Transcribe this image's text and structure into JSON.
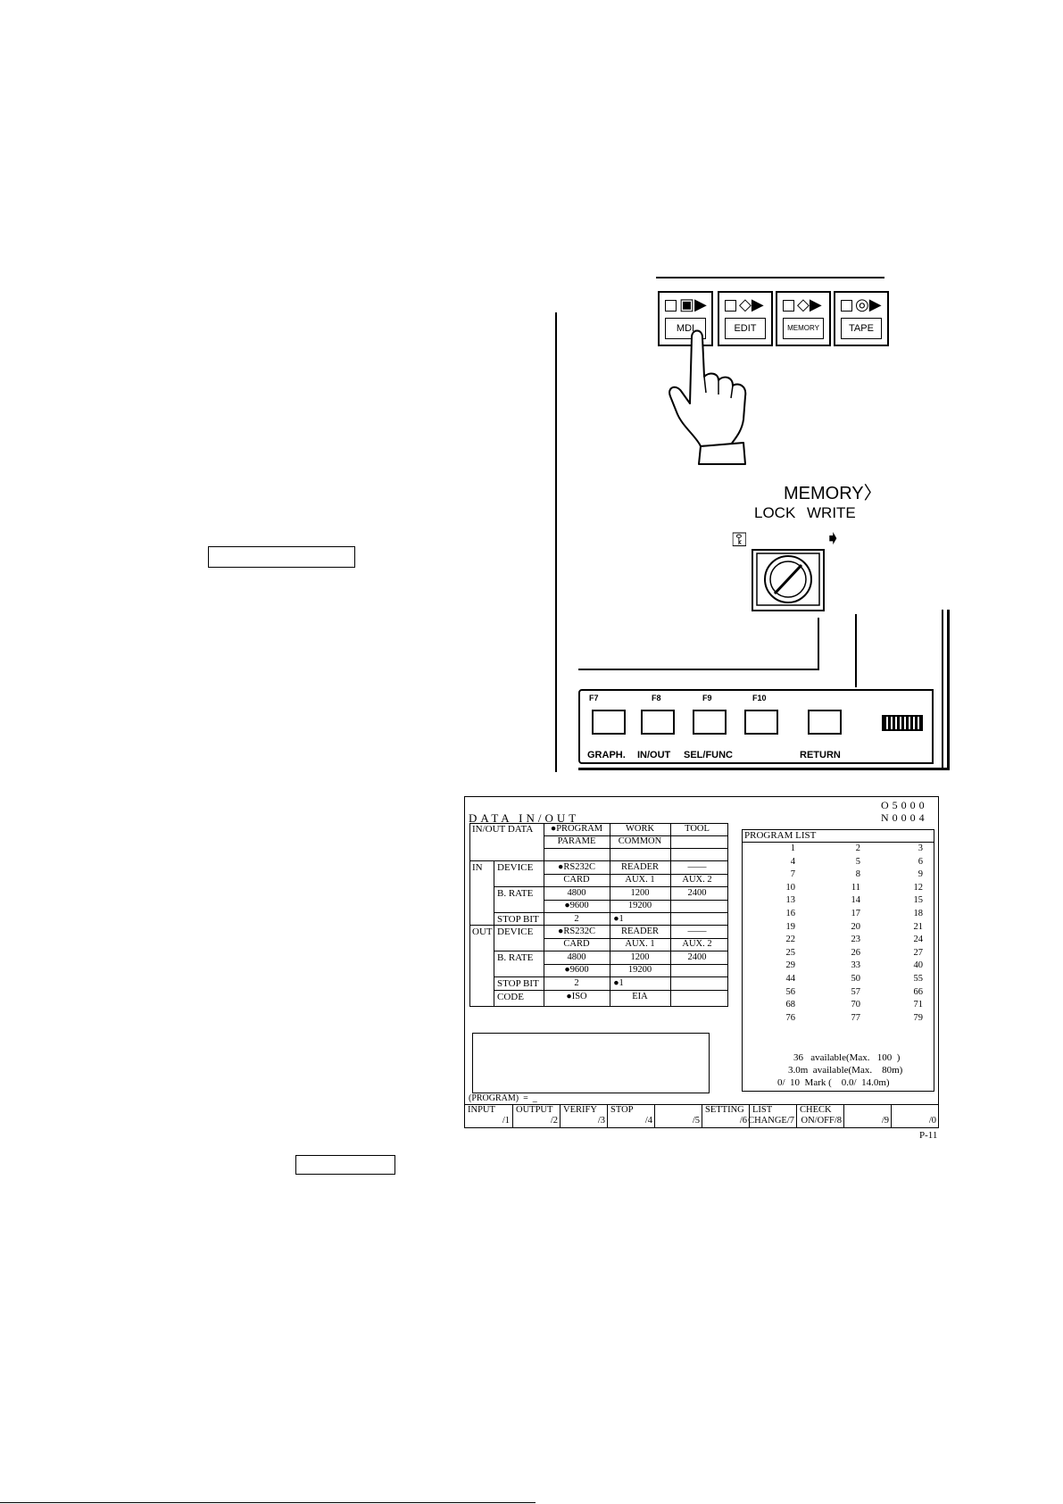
{
  "mode_buttons": [
    {
      "label": "MDI"
    },
    {
      "label": "EDIT"
    },
    {
      "label": "MEMORY"
    },
    {
      "label": "TAPE"
    }
  ],
  "memory_switch": {
    "title": "MEMORY",
    "lock": "LOCK",
    "write": "WRITE"
  },
  "fpanel": {
    "keys": [
      "F7",
      "F8",
      "F9",
      "F10"
    ],
    "labels": [
      "GRAPH.",
      "IN/OUT",
      "SEL/FUNC",
      "RETURN"
    ]
  },
  "screen": {
    "title": "DATA IN/OUT",
    "program_no": "O5000",
    "seq_no": "N0004",
    "inout_data_label": "IN/OUT DATA",
    "rows": {
      "r1": [
        "●PROGRAM",
        "WORK",
        "TOOL"
      ],
      "r2": [
        "PARAME",
        "COMMON",
        ""
      ],
      "in_label": "IN",
      "out_label": "OUT",
      "device": "DEVICE",
      "brate": "B. RATE",
      "stopbit": "STOP BIT",
      "code": "CODE",
      "in_dev1": [
        "●RS232C",
        "READER",
        "——"
      ],
      "in_dev2": [
        "CARD",
        "AUX. 1",
        "AUX. 2"
      ],
      "in_rate1": [
        "4800",
        "1200",
        "2400"
      ],
      "in_rate2": [
        "●9600",
        "19200",
        ""
      ],
      "in_stop": [
        "2",
        "●1",
        ""
      ],
      "out_dev1": [
        "●RS232C",
        "READER",
        "——"
      ],
      "out_dev2": [
        "CARD",
        "AUX. 1",
        "AUX. 2"
      ],
      "out_rate1": [
        "4800",
        "1200",
        "2400"
      ],
      "out_rate2": [
        "●9600",
        "19200",
        ""
      ],
      "out_stop": [
        "2",
        "●1",
        ""
      ],
      "out_code": [
        "●ISO",
        "EIA",
        ""
      ]
    },
    "program_list_title": "PROGRAM LIST",
    "program_list": [
      [
        "1",
        "2",
        "3"
      ],
      [
        "4",
        "5",
        "6"
      ],
      [
        "7",
        "8",
        "9"
      ],
      [
        "10",
        "11",
        "12"
      ],
      [
        "13",
        "14",
        "15"
      ],
      [
        "16",
        "17",
        "18"
      ],
      [
        "19",
        "20",
        "21"
      ],
      [
        "22",
        "23",
        "24"
      ],
      [
        "25",
        "26",
        "27"
      ],
      [
        "29",
        "33",
        "40"
      ],
      [
        "44",
        "50",
        "55"
      ],
      [
        "56",
        "57",
        "66"
      ],
      [
        "68",
        "70",
        "71"
      ],
      [
        "76",
        "77",
        "79"
      ]
    ],
    "status1": "36   available(Max.   100  )",
    "status2": "3.0m  available(Max.    80m)",
    "status3": "0/  10  Mark (    0.0/  14.0m)",
    "prompt": "(PROGRAM)  =  _",
    "softkeys_top": [
      "INPUT",
      "OUTPUT",
      "VERIFY",
      "STOP",
      "",
      "SETTING",
      "LIST",
      "CHECK",
      "",
      ""
    ],
    "softkeys_bottom": [
      "/1",
      "/2",
      "/3",
      "/4",
      "/5",
      "/6",
      "CHANGE/7",
      "ON/OFF/8",
      "/9",
      "/0"
    ],
    "page_ref": "P-11"
  }
}
